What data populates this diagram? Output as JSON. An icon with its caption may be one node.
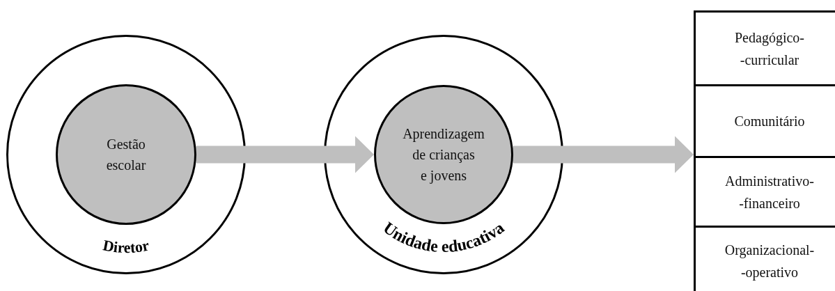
{
  "diagram": {
    "nodes": [
      {
        "text": [
          "Diretor"
        ]
      },
      {
        "text": [
          "Gestão escolar"
        ],
        "in": 0
      },
      {
        "text": [
          "Unidade educativa"
        ]
      },
      {
        "text": [
          "Aprendizagem de crianças e jovens"
        ],
        "in": 2
      },
      {
        "text": [],
        "shape": "box"
      },
      {
        "text": [
          "Pedagógico- -curricular"
        ],
        "in": 4
      },
      {
        "text": [
          "Comunitário"
        ],
        "in": 4
      },
      {
        "text": [
          "Administrativo- -financeiro"
        ],
        "in": 4
      },
      {
        "text": [
          "Organizacional- -operativo"
        ],
        "in": 4
      }
    ],
    "edges": [
      {
        "from": 1,
        "to": 3,
        "arrow": "to",
        "style": "thick"
      },
      {
        "from": 3,
        "to": 4,
        "arrow": "to",
        "style": "thick"
      }
    ]
  }
}
